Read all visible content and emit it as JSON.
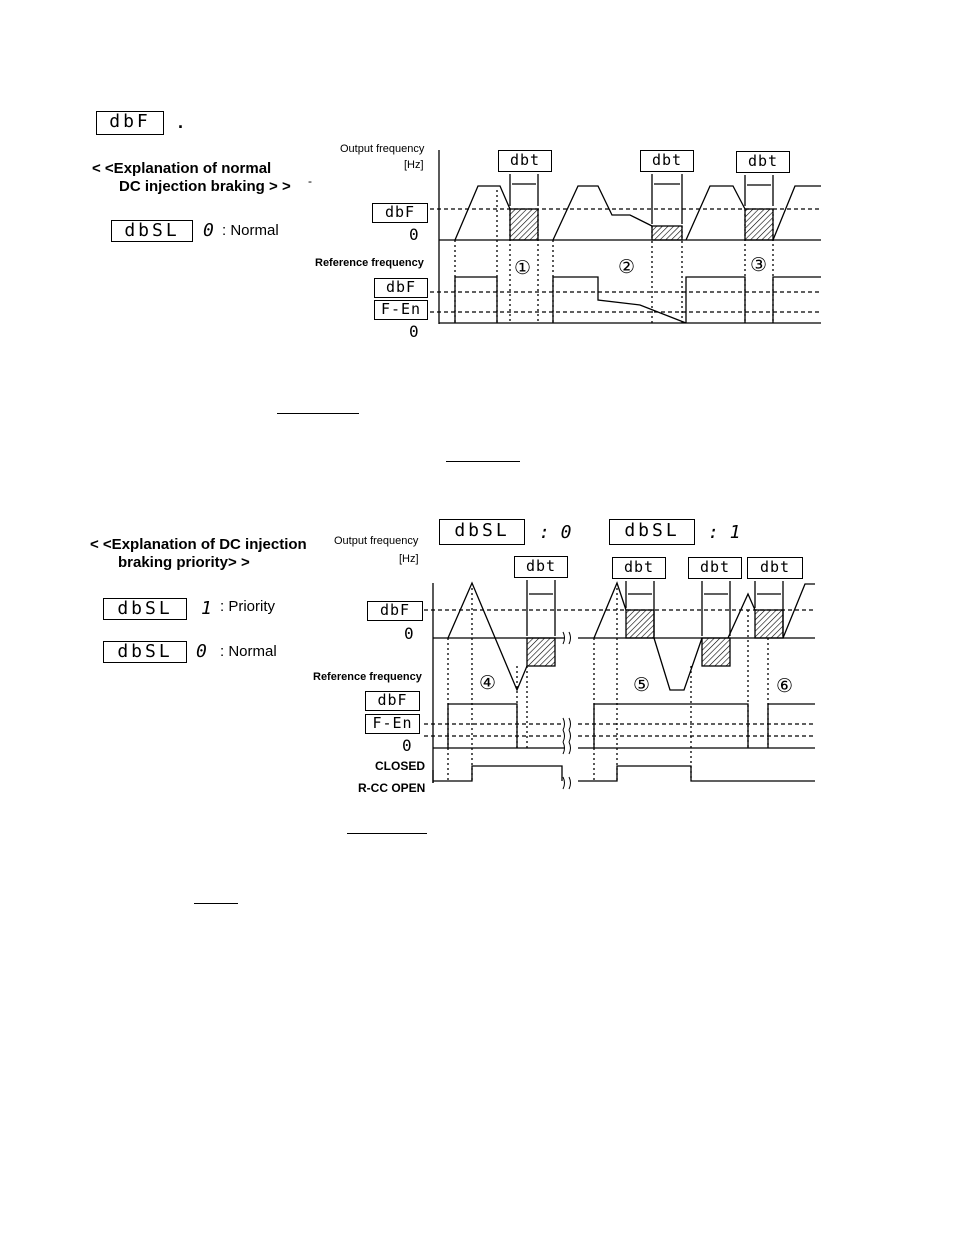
{
  "header": {
    "code": "dbF",
    "dot": "."
  },
  "section1": {
    "title_line1": "< <Explanation of normal",
    "title_line2": "DC injection braking > >",
    "title_mark": "-",
    "setting": {
      "code": "dbSL",
      "value": "0",
      "desc": ": Normal"
    },
    "diagram": {
      "output_frequency": "Output frequency",
      "hz": "[Hz]",
      "dbF": "dbF",
      "zero": "0",
      "reference_frequency": "Reference frequency",
      "F_En": "F-En",
      "zero2": "0",
      "dbt": "dbt",
      "markers": [
        "①",
        "②",
        "③"
      ]
    }
  },
  "section2": {
    "title_line1": "< <Explanation of DC injection",
    "title_line2": "braking priority> >",
    "setting_priority": {
      "code": "dbSL",
      "value": "1",
      "desc": ": Priority"
    },
    "setting_normal": {
      "code": "dbSL",
      "value": "0",
      "desc": ": Normal"
    },
    "diagram": {
      "output_frequency": "Output frequency",
      "hz": "[Hz]",
      "dbSL": "dbSL",
      "dbSL_value0": ": 0",
      "dbSL_value1": ": 1",
      "dbt": "dbt",
      "dbF": "dbF",
      "zero": "0",
      "reference_frequency": "Reference frequency",
      "F_En": "F-En",
      "zero2": "0",
      "closed": "CLOSED",
      "rcc_open": "R-CC OPEN",
      "markers": [
        "④",
        "⑤",
        "⑥"
      ]
    }
  }
}
